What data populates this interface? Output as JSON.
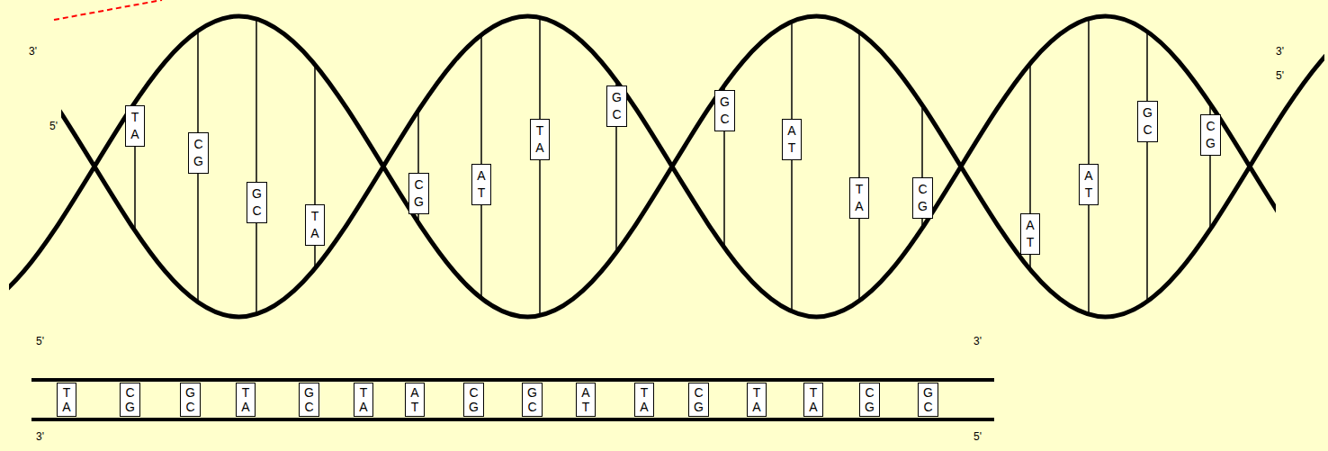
{
  "diagram": {
    "nodes": [
      {
        "text": [
          "T",
          "A"
        ]
      },
      {
        "text": [
          "C",
          "G"
        ]
      },
      {
        "text": [
          "G",
          "C"
        ]
      },
      {
        "text": [
          "T",
          "A"
        ]
      },
      {
        "text": [
          "C",
          "G"
        ]
      },
      {
        "text": [
          "A",
          "T"
        ]
      },
      {
        "text": [
          "T",
          "A"
        ]
      },
      {
        "text": [
          "G",
          "C"
        ]
      },
      {
        "text": [
          "G",
          "C"
        ]
      },
      {
        "text": [
          "A",
          "T"
        ]
      },
      {
        "text": [
          "T",
          "A"
        ]
      },
      {
        "text": [
          "C",
          "G"
        ]
      },
      {
        "text": [
          "A",
          "T"
        ]
      },
      {
        "text": [
          "A",
          "T"
        ]
      },
      {
        "text": [
          "G",
          "C"
        ]
      },
      {
        "text": [
          "C",
          "G"
        ]
      },
      {
        "text": [
          "T",
          "A"
        ]
      },
      {
        "text": [
          "C",
          "G"
        ]
      },
      {
        "text": [
          "G",
          "C"
        ]
      },
      {
        "text": [
          "T",
          "A"
        ]
      },
      {
        "text": [
          "G",
          "C"
        ]
      },
      {
        "text": [
          "T",
          "A"
        ]
      },
      {
        "text": [
          "A",
          "T"
        ]
      },
      {
        "text": [
          "C",
          "G"
        ]
      },
      {
        "text": [
          "G",
          "C"
        ]
      },
      {
        "text": [
          "A",
          "T"
        ]
      },
      {
        "text": [
          "T",
          "A"
        ]
      },
      {
        "text": [
          "C",
          "G"
        ]
      },
      {
        "text": [
          "T",
          "A"
        ]
      },
      {
        "text": [
          "T",
          "A"
        ]
      },
      {
        "text": [
          "C",
          "G"
        ]
      },
      {
        "text": [
          "G",
          "C"
        ]
      }
    ],
    "labels": [
      "3'",
      "5'",
      "3'",
      "5'",
      "5'",
      "3'",
      "3'",
      "5'"
    ]
  }
}
